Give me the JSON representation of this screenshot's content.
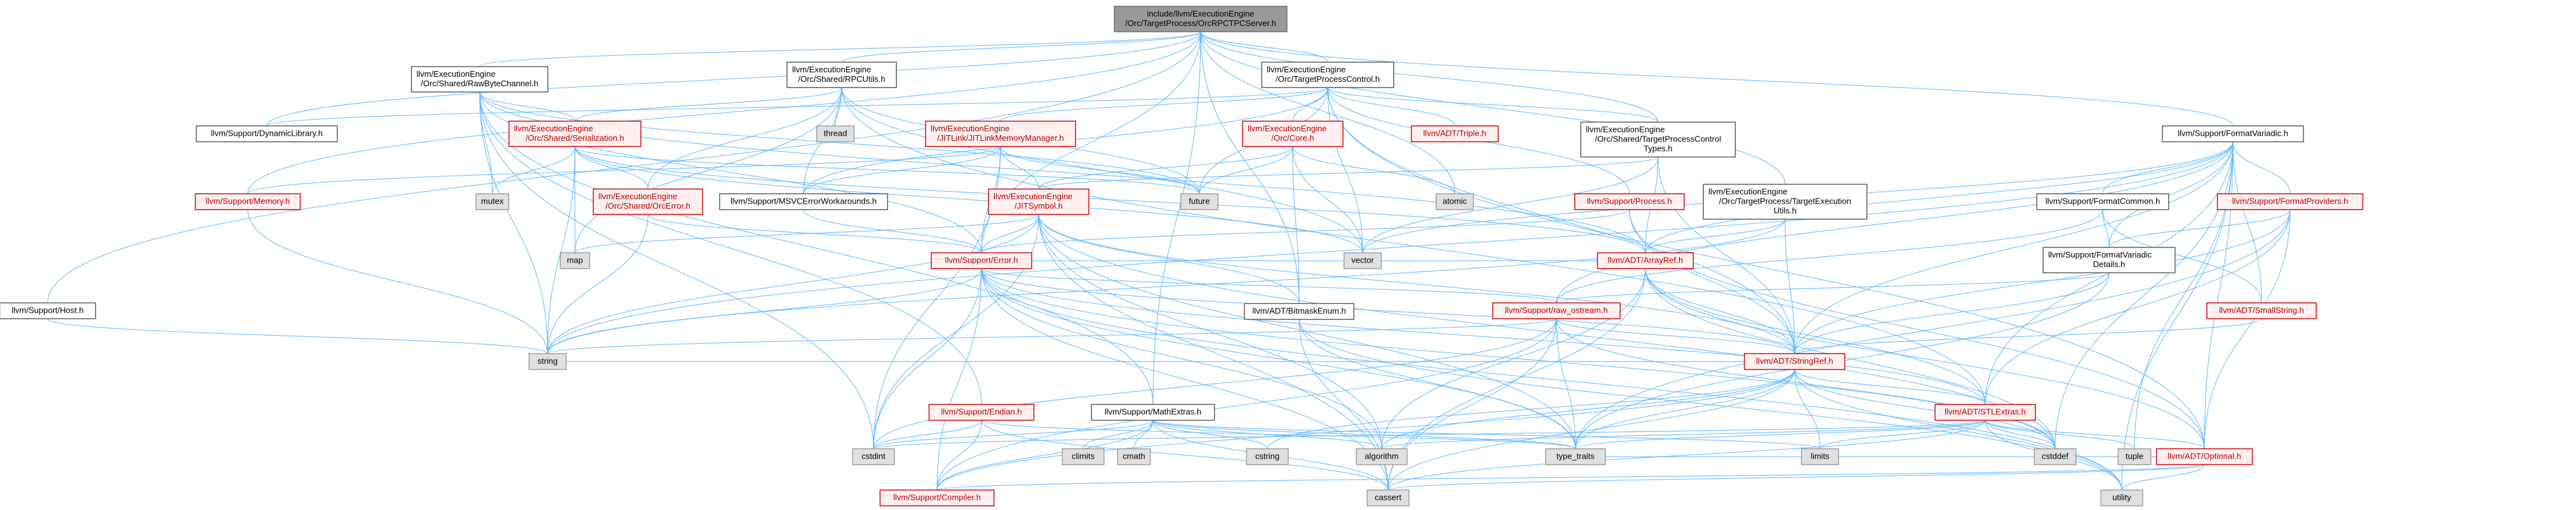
{
  "diagram_type": "include-dependency-graph",
  "colors": {
    "root_fill": "#999999",
    "node_fill": "#ffffff",
    "node_border": "#555555",
    "red_fill": "#fff0f0",
    "red_border": "#cc0000",
    "leaf_fill": "#e0e0e0",
    "leaf_border": "#999999",
    "edge": "#63b8ff"
  },
  "nodes": [
    {
      "id": "root",
      "lines": [
        "include/llvm/ExecutionEngine",
        "/Orc/TargetProcess/OrcRPCTPCServer.h"
      ],
      "kind": "root"
    },
    {
      "id": "rawbyte",
      "lines": [
        "llvm/ExecutionEngine",
        "/Orc/Shared/RawByteChannel.h"
      ],
      "kind": "normal"
    },
    {
      "id": "rpcutils",
      "lines": [
        "llvm/ExecutionEngine",
        "/Orc/Shared/RPCUtils.h"
      ],
      "kind": "normal"
    },
    {
      "id": "tpc",
      "lines": [
        "llvm/ExecutionEngine",
        "/Orc/TargetProcessControl.h"
      ],
      "kind": "normal"
    },
    {
      "id": "dynlib",
      "lines": [
        "llvm/Support/DynamicLibrary.h"
      ],
      "kind": "normal"
    },
    {
      "id": "serialization",
      "lines": [
        "llvm/ExecutionEngine",
        "/Orc/Shared/Serialization.h"
      ],
      "kind": "red"
    },
    {
      "id": "jitlinkmem",
      "lines": [
        "llvm/ExecutionEngine",
        "/JITLink/JITLinkMemoryManager.h"
      ],
      "kind": "red"
    },
    {
      "id": "orccore",
      "lines": [
        "llvm/ExecutionEngine",
        "/Orc/Core.h"
      ],
      "kind": "red"
    },
    {
      "id": "triple",
      "lines": [
        "llvm/ADT/Triple.h"
      ],
      "kind": "red"
    },
    {
      "id": "tpctypes",
      "lines": [
        "llvm/ExecutionEngine",
        "/Orc/Shared/TargetProcessControl",
        "Types.h"
      ],
      "kind": "normal"
    },
    {
      "id": "formatvariadic",
      "lines": [
        "llvm/Support/FormatVariadic.h"
      ],
      "kind": "normal"
    },
    {
      "id": "memory",
      "lines": [
        "llvm/Support/Memory.h"
      ],
      "kind": "red"
    },
    {
      "id": "orcerror",
      "lines": [
        "llvm/ExecutionEngine",
        "/Orc/Shared/OrcError.h"
      ],
      "kind": "red"
    },
    {
      "id": "msvcerr",
      "lines": [
        "llvm/Support/MSVCErrorWorkarounds.h"
      ],
      "kind": "normal"
    },
    {
      "id": "jitsymbol",
      "lines": [
        "llvm/ExecutionEngine",
        "/JITSymbol.h"
      ],
      "kind": "red"
    },
    {
      "id": "process",
      "lines": [
        "llvm/Support/Process.h"
      ],
      "kind": "red"
    },
    {
      "id": "tpeutils",
      "lines": [
        "llvm/ExecutionEngine",
        "/Orc/TargetProcess/TargetExecution",
        "Utils.h"
      ],
      "kind": "normal"
    },
    {
      "id": "formatcommon",
      "lines": [
        "llvm/Support/FormatCommon.h"
      ],
      "kind": "normal"
    },
    {
      "id": "formatproviders",
      "lines": [
        "llvm/Support/FormatProviders.h"
      ],
      "kind": "red"
    },
    {
      "id": "formatvariadicdetails",
      "lines": [
        "llvm/Support/FormatVariadic",
        "Details.h"
      ],
      "kind": "normal"
    },
    {
      "id": "host",
      "lines": [
        "llvm/Support/Host.h"
      ],
      "kind": "normal"
    },
    {
      "id": "error",
      "lines": [
        "llvm/Support/Error.h"
      ],
      "kind": "red"
    },
    {
      "id": "arrayref",
      "lines": [
        "llvm/ADT/ArrayRef.h"
      ],
      "kind": "red"
    },
    {
      "id": "smallstring",
      "lines": [
        "llvm/ADT/SmallString.h"
      ],
      "kind": "red"
    },
    {
      "id": "rawostream",
      "lines": [
        "llvm/Support/raw_ostream.h"
      ],
      "kind": "red"
    },
    {
      "id": "bitmaskenum",
      "lines": [
        "llvm/ADT/BitmaskEnum.h"
      ],
      "kind": "normal"
    },
    {
      "id": "stringref",
      "lines": [
        "llvm/ADT/StringRef.h"
      ],
      "kind": "red"
    },
    {
      "id": "endian",
      "lines": [
        "llvm/Support/Endian.h"
      ],
      "kind": "red"
    },
    {
      "id": "mathextras",
      "lines": [
        "llvm/Support/MathExtras.h"
      ],
      "kind": "normal"
    },
    {
      "id": "stlextras",
      "lines": [
        "llvm/ADT/STLExtras.h"
      ],
      "kind": "red"
    },
    {
      "id": "optional",
      "lines": [
        "llvm/ADT/Optional.h"
      ],
      "kind": "red"
    },
    {
      "id": "compiler",
      "lines": [
        "llvm/Support/Compiler.h"
      ],
      "kind": "red"
    },
    {
      "id": "thread",
      "lines": [
        "thread"
      ],
      "kind": "leaf"
    },
    {
      "id": "mutex",
      "lines": [
        "mutex"
      ],
      "kind": "leaf"
    },
    {
      "id": "future",
      "lines": [
        "future"
      ],
      "kind": "leaf"
    },
    {
      "id": "atomic",
      "lines": [
        "atomic"
      ],
      "kind": "leaf"
    },
    {
      "id": "map",
      "lines": [
        "map"
      ],
      "kind": "leaf"
    },
    {
      "id": "vector",
      "lines": [
        "vector"
      ],
      "kind": "leaf"
    },
    {
      "id": "string",
      "lines": [
        "string"
      ],
      "kind": "leaf"
    },
    {
      "id": "cstdint",
      "lines": [
        "cstdint"
      ],
      "kind": "leaf"
    },
    {
      "id": "climits",
      "lines": [
        "climits"
      ],
      "kind": "leaf"
    },
    {
      "id": "cmath",
      "lines": [
        "cmath"
      ],
      "kind": "leaf"
    },
    {
      "id": "cstring",
      "lines": [
        "cstring"
      ],
      "kind": "leaf"
    },
    {
      "id": "algorithm",
      "lines": [
        "algorithm"
      ],
      "kind": "leaf"
    },
    {
      "id": "type_traits",
      "lines": [
        "type_traits"
      ],
      "kind": "leaf"
    },
    {
      "id": "limits",
      "lines": [
        "limits"
      ],
      "kind": "leaf"
    },
    {
      "id": "cstddef",
      "lines": [
        "cstddef"
      ],
      "kind": "leaf"
    },
    {
      "id": "tuple",
      "lines": [
        "tuple"
      ],
      "kind": "leaf"
    },
    {
      "id": "cassert",
      "lines": [
        "cassert"
      ],
      "kind": "leaf"
    },
    {
      "id": "utility",
      "lines": [
        "utility"
      ],
      "kind": "leaf"
    }
  ],
  "edges": [
    [
      "root",
      "rawbyte"
    ],
    [
      "root",
      "rpcutils"
    ],
    [
      "root",
      "tpc"
    ],
    [
      "root",
      "formatvariadic"
    ],
    [
      "root",
      "memory"
    ],
    [
      "root",
      "host"
    ],
    [
      "root",
      "tpeutils"
    ],
    [
      "root",
      "tpctypes"
    ],
    [
      "root",
      "bitmaskenum"
    ],
    [
      "root",
      "atomic"
    ],
    [
      "root",
      "mathextras"
    ],
    [
      "root",
      "error"
    ],
    [
      "root",
      "dynlib"
    ],
    [
      "rawbyte",
      "serialization"
    ],
    [
      "rawbyte",
      "mutex"
    ],
    [
      "rawbyte",
      "string"
    ],
    [
      "rawbyte",
      "error"
    ],
    [
      "rawbyte",
      "endian"
    ],
    [
      "rawbyte",
      "cstdint"
    ],
    [
      "rawbyte",
      "future"
    ],
    [
      "rawbyte",
      "arrayref"
    ],
    [
      "rawbyte",
      "mathextras"
    ],
    [
      "rpcutils",
      "serialization"
    ],
    [
      "rpcutils",
      "orcerror"
    ],
    [
      "rpcutils",
      "msvcerr"
    ],
    [
      "rpcutils",
      "thread"
    ],
    [
      "rpcutils",
      "map"
    ],
    [
      "rpcutils",
      "future"
    ],
    [
      "rpcutils",
      "vector"
    ],
    [
      "rpcutils",
      "stlextras"
    ],
    [
      "tpc",
      "jitlinkmem"
    ],
    [
      "tpc",
      "orccore"
    ],
    [
      "tpc",
      "triple"
    ],
    [
      "tpc",
      "tpctypes"
    ],
    [
      "tpc",
      "msvcerr"
    ],
    [
      "tpc",
      "future"
    ],
    [
      "tpc",
      "vector"
    ],
    [
      "tpc",
      "stringref"
    ],
    [
      "tpc",
      "optional"
    ],
    [
      "tpc",
      "dynlib"
    ],
    [
      "tpc",
      "process"
    ],
    [
      "serialization",
      "orcerror"
    ],
    [
      "serialization",
      "mutex"
    ],
    [
      "serialization",
      "map"
    ],
    [
      "serialization",
      "string"
    ],
    [
      "serialization",
      "arrayref"
    ],
    [
      "serialization",
      "future"
    ],
    [
      "serialization",
      "vector"
    ],
    [
      "jitlinkmem",
      "jitsymbol"
    ],
    [
      "jitlinkmem",
      "memory"
    ],
    [
      "jitlinkmem",
      "msvcerr"
    ],
    [
      "jitlinkmem",
      "error"
    ],
    [
      "jitlinkmem",
      "future"
    ],
    [
      "jitlinkmem",
      "cstdint"
    ],
    [
      "orccore",
      "jitsymbol"
    ],
    [
      "orccore",
      "atomic"
    ],
    [
      "orccore",
      "future"
    ],
    [
      "orccore",
      "vector"
    ],
    [
      "orccore",
      "bitmaskenum"
    ],
    [
      "tpctypes",
      "arrayref"
    ],
    [
      "tpctypes",
      "vector"
    ],
    [
      "tpctypes",
      "stringref"
    ],
    [
      "tpctypes",
      "jitsymbol"
    ],
    [
      "formatvariadic",
      "formatcommon"
    ],
    [
      "formatvariadic",
      "formatproviders"
    ],
    [
      "formatvariadic",
      "formatvariadicdetails"
    ],
    [
      "formatvariadic",
      "arrayref"
    ],
    [
      "formatvariadic",
      "smallstring"
    ],
    [
      "formatvariadic",
      "stringref"
    ],
    [
      "formatvariadic",
      "stlextras"
    ],
    [
      "formatvariadic",
      "rawostream"
    ],
    [
      "formatvariadic",
      "optional"
    ],
    [
      "formatvariadic",
      "cstddef"
    ],
    [
      "formatvariadic",
      "string"
    ],
    [
      "formatvariadic",
      "tuple"
    ],
    [
      "formatvariadic",
      "utility"
    ],
    [
      "formatvariadic",
      "vector"
    ],
    [
      "memory",
      "string"
    ],
    [
      "orcerror",
      "error"
    ],
    [
      "orcerror",
      "string"
    ],
    [
      "msvcerr",
      "error"
    ],
    [
      "jitsymbol",
      "error"
    ],
    [
      "jitsymbol",
      "stringref"
    ],
    [
      "jitsymbol",
      "bitmaskenum"
    ],
    [
      "jitsymbol",
      "map"
    ],
    [
      "jitsymbol",
      "string"
    ],
    [
      "jitsymbol",
      "cstdint"
    ],
    [
      "jitsymbol",
      "cassert"
    ],
    [
      "jitsymbol",
      "cstddef"
    ],
    [
      "jitsymbol",
      "algorithm"
    ],
    [
      "jitsymbol",
      "type_traits"
    ],
    [
      "process",
      "stringref"
    ],
    [
      "process",
      "error"
    ],
    [
      "process",
      "optional"
    ],
    [
      "tpeutils",
      "arrayref"
    ],
    [
      "tpeutils",
      "stringref"
    ],
    [
      "tpeutils",
      "string"
    ],
    [
      "formatcommon",
      "formatvariadicdetails"
    ],
    [
      "formatcommon",
      "rawostream"
    ],
    [
      "formatcommon",
      "smallstring"
    ],
    [
      "formatproviders",
      "formatvariadicdetails"
    ],
    [
      "formatproviders",
      "optional"
    ],
    [
      "formatproviders",
      "stringref"
    ],
    [
      "formatproviders",
      "type_traits"
    ],
    [
      "formatproviders",
      "stlextras"
    ],
    [
      "formatvariadicdetails",
      "rawostream"
    ],
    [
      "formatvariadicdetails",
      "stringref"
    ],
    [
      "formatvariadicdetails",
      "type_traits"
    ],
    [
      "host",
      "string"
    ],
    [
      "error",
      "rawostream"
    ],
    [
      "error",
      "stringref"
    ],
    [
      "error",
      "string"
    ],
    [
      "error",
      "vector"
    ],
    [
      "error",
      "cstdint"
    ],
    [
      "error",
      "compiler"
    ],
    [
      "error",
      "cassert"
    ],
    [
      "error",
      "algorithm"
    ],
    [
      "error",
      "type_traits"
    ],
    [
      "error",
      "utility"
    ],
    [
      "error",
      "stlextras"
    ],
    [
      "error",
      "cstddef"
    ],
    [
      "arrayref",
      "stringref"
    ],
    [
      "arrayref",
      "vector"
    ],
    [
      "arrayref",
      "optional"
    ],
    [
      "arrayref",
      "stlextras"
    ],
    [
      "arrayref",
      "cassert"
    ],
    [
      "arrayref",
      "algorithm"
    ],
    [
      "arrayref",
      "cstddef"
    ],
    [
      "smallstring",
      "stringref"
    ],
    [
      "rawostream",
      "stringref"
    ],
    [
      "rawostream",
      "cassert"
    ],
    [
      "rawostream",
      "cstddef"
    ],
    [
      "rawostream",
      "cstdint"
    ],
    [
      "rawostream",
      "string"
    ],
    [
      "rawostream",
      "type_traits"
    ],
    [
      "rawostream",
      "compiler"
    ],
    [
      "bitmaskenum",
      "cassert"
    ],
    [
      "bitmaskenum",
      "type_traits"
    ],
    [
      "bitmaskenum",
      "utility"
    ],
    [
      "stringref",
      "stlextras"
    ],
    [
      "stringref",
      "compiler"
    ],
    [
      "stringref",
      "algorithm"
    ],
    [
      "stringref",
      "cassert"
    ],
    [
      "stringref",
      "cstddef"
    ],
    [
      "stringref",
      "cstring"
    ],
    [
      "stringref",
      "limits"
    ],
    [
      "stringref",
      "string"
    ],
    [
      "stringref",
      "type_traits"
    ],
    [
      "stringref",
      "utility"
    ],
    [
      "endian",
      "compiler"
    ],
    [
      "endian",
      "cstdint"
    ],
    [
      "endian",
      "type_traits"
    ],
    [
      "endian",
      "cassert"
    ],
    [
      "mathextras",
      "compiler"
    ],
    [
      "mathextras",
      "climits"
    ],
    [
      "mathextras",
      "cmath"
    ],
    [
      "mathextras",
      "cstdint"
    ],
    [
      "mathextras",
      "cstring"
    ],
    [
      "mathextras",
      "limits"
    ],
    [
      "mathextras",
      "type_traits"
    ],
    [
      "mathextras",
      "algorithm"
    ],
    [
      "mathextras",
      "cassert"
    ],
    [
      "stlextras",
      "optional"
    ],
    [
      "stlextras",
      "algorithm"
    ],
    [
      "stlextras",
      "cassert"
    ],
    [
      "stlextras",
      "cstddef"
    ],
    [
      "stlextras",
      "cstdint"
    ],
    [
      "stlextras",
      "limits"
    ],
    [
      "stlextras",
      "tuple"
    ],
    [
      "stlextras",
      "type_traits"
    ],
    [
      "stlextras",
      "utility"
    ],
    [
      "optional",
      "compiler"
    ],
    [
      "optional",
      "cassert"
    ],
    [
      "optional",
      "utility"
    ],
    [
      "optional",
      "type_traits"
    ]
  ]
}
